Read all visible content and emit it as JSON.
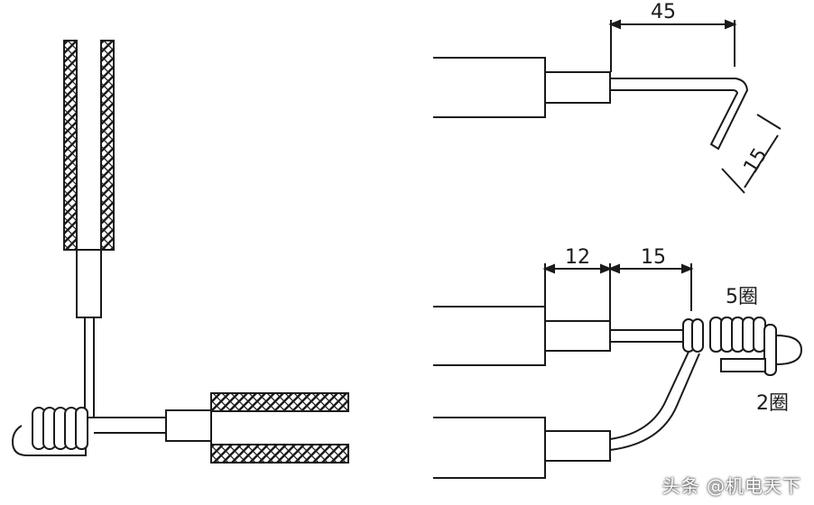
{
  "left_drawing": {},
  "top_right_drawing": {
    "dim_length": "45",
    "dim_bend": "15"
  },
  "bottom_right_drawing": {
    "dim_first": "12",
    "dim_second": "15",
    "turns_main": "5圈",
    "turns_small": "2圈"
  },
  "watermark": "头条 @机电天下",
  "colors": {
    "line": "#1a1a1a",
    "background": "#ffffff"
  }
}
